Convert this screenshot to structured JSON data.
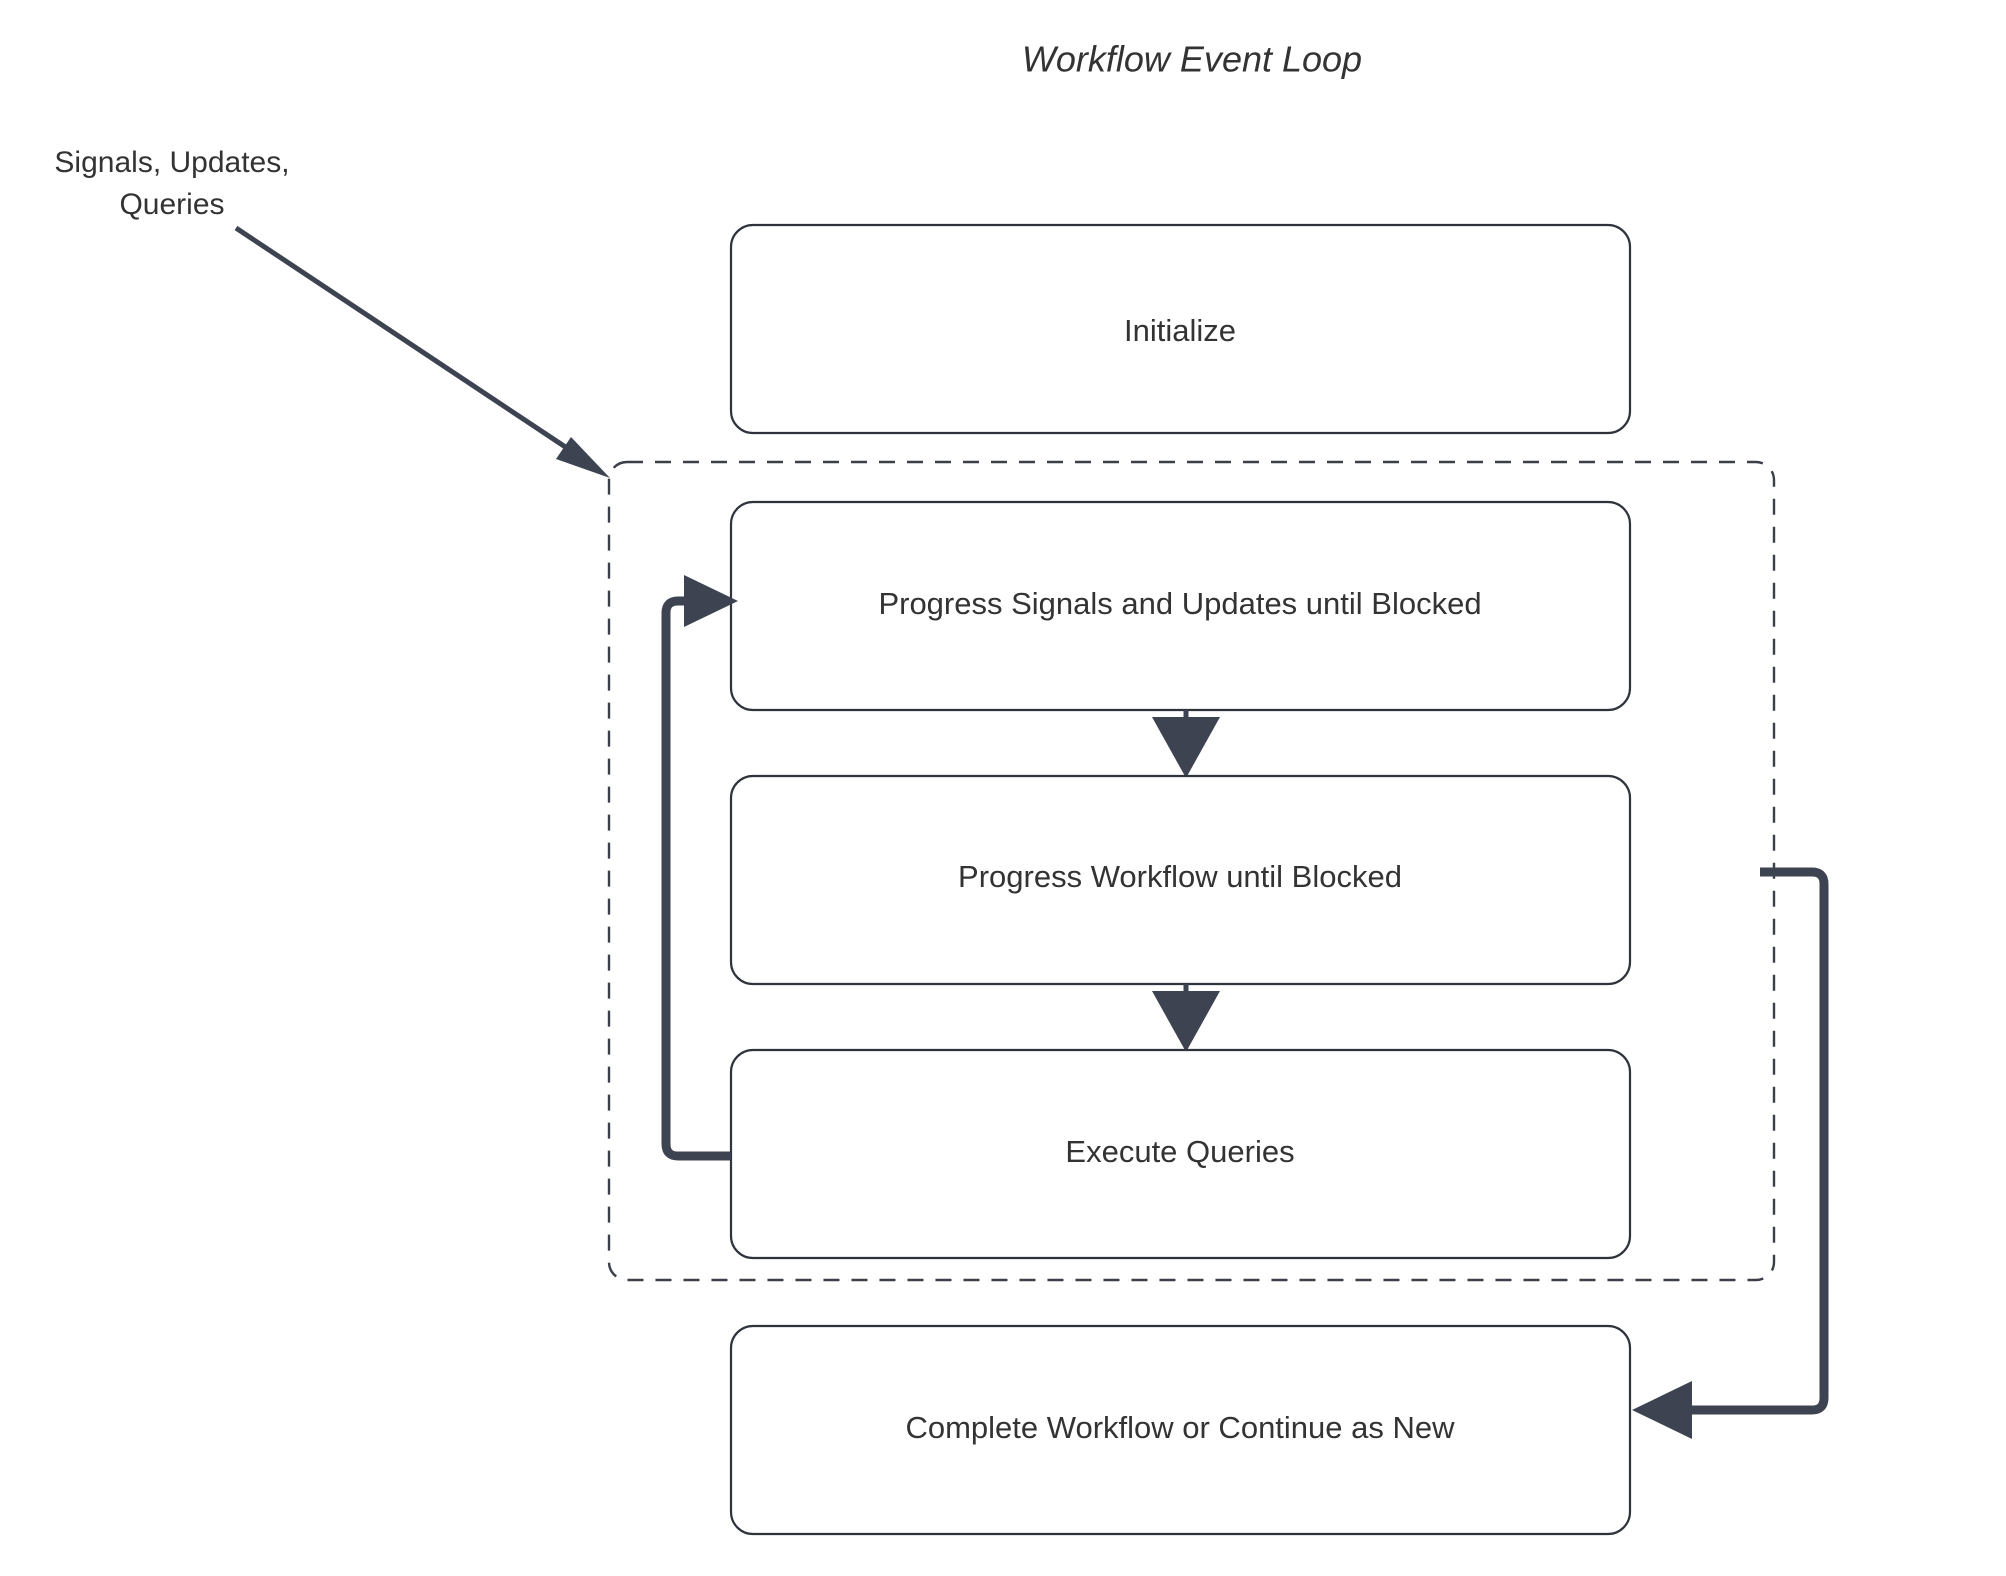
{
  "diagram": {
    "title": "Workflow Event Loop",
    "background_color": "#ffffff",
    "text_color": "#333333",
    "edge_color": "#3d4351",
    "node_border_color": "#2e333c",
    "group_border_color": "#3a3f48",
    "external_input": {
      "label_line_1": "Signals, Updates,",
      "label_line_2": "Queries"
    },
    "nodes": [
      {
        "id": "initialize",
        "label": "Initialize"
      },
      {
        "id": "progress-signals",
        "label": "Progress Signals and Updates until Blocked"
      },
      {
        "id": "progress-workflow",
        "label": "Progress Workflow until Blocked"
      },
      {
        "id": "execute-queries",
        "label": "Execute Queries"
      },
      {
        "id": "complete-workflow",
        "label": "Complete Workflow or Continue as New"
      }
    ],
    "group": {
      "id": "event-loop-group",
      "label": "",
      "style": "dashed"
    },
    "edges": [
      {
        "from": "external-input",
        "to": "event-loop-group",
        "style": "solid-diagonal"
      },
      {
        "from": "progress-signals",
        "to": "progress-workflow",
        "style": "solid-down"
      },
      {
        "from": "progress-workflow",
        "to": "execute-queries",
        "style": "solid-down"
      },
      {
        "from": "execute-queries",
        "to": "progress-signals",
        "style": "loop-left"
      },
      {
        "from": "event-loop-group",
        "to": "complete-workflow",
        "style": "loop-right"
      }
    ]
  }
}
